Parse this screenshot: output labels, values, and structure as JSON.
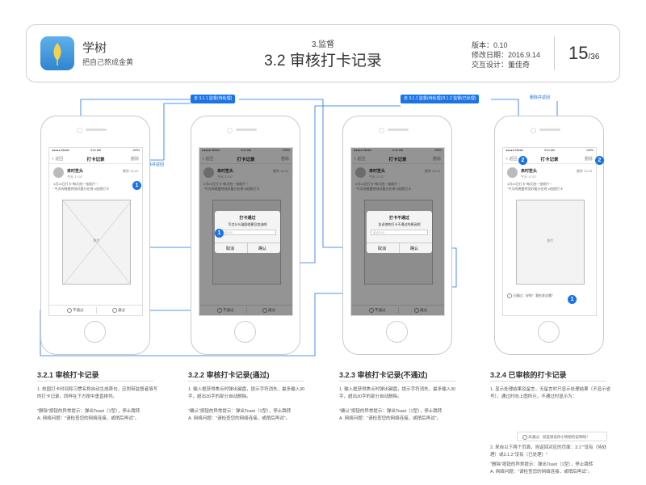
{
  "header": {
    "app_name": "学树",
    "slogan": "把自己熬成金黄",
    "section": "3.监督",
    "title": "3.2 审核打卡记录",
    "version": "版本：0.10",
    "modified": "修改日期：2016.9.14",
    "designer": "交互设计：董佳奇",
    "page_num": "15",
    "page_total": "/36"
  },
  "flow_tags": {
    "tag1": "去 3.1.1 监督(待处理)",
    "tag2": "去 3.1.1 监督(待处理)/3.1.2 监督(已处理)"
  },
  "flow_texts": {
    "delete_back1": "删除并返回",
    "delete_back2": "删除并返回"
  },
  "status_bar": {
    "carrier": "●●●●● Sketch",
    "time": "9:41 AM",
    "battery": "100%"
  },
  "screens": [
    {
      "nav": {
        "back": "< 返回",
        "title": "打卡记录",
        "right": "删除"
      },
      "user": {
        "name": "来时笙头",
        "time": "今天 17:07",
        "delete": "删除 10:23"
      },
      "post": [
        "4月24日打卡\"每天拍一张照片\"：",
        "\"今天的晚霞特别好看分在线\"#拍照打卡"
      ],
      "image_label": "照片",
      "actions": {
        "reject": "不通过",
        "accept": "通过"
      },
      "badge": "1"
    },
    {
      "nav": {
        "back": "< 返回",
        "title": "打卡记录",
        "right": "删除"
      },
      "user": {
        "name": "来时笙头",
        "time": "今天 17:07",
        "delete": "删除 10:23"
      },
      "post": [
        "4月24日打卡\"每天拍一张照片\"：",
        "\"今天的晚霞特别好看分在线\"#拍照打卡"
      ],
      "image_label": "照片",
      "actions": {
        "reject": "不通过",
        "accept": "通过"
      },
      "dialog": {
        "title": "打卡通过",
        "message": "写点什么鼓励他更及加油吧",
        "input": "说点什么...",
        "cancel": "取消",
        "confirm": "确认"
      },
      "badge": "1"
    },
    {
      "nav": {
        "back": "< 返回",
        "title": "打卡记录",
        "right": "删除"
      },
      "user": {
        "name": "来时笙头",
        "time": "今天 17:07",
        "delete": "删除 10:23"
      },
      "post": [
        "4月24日打卡\"每天拍一张照片\"：",
        "\"今天的晚霞特别好看分在线\"#拍照打卡"
      ],
      "image_label": "照片",
      "actions": {
        "reject": "不通过",
        "accept": "通过"
      },
      "dialog": {
        "title": "打卡不通过",
        "message": "告诉他的打卡不通过的原因吧",
        "input": "说点什么...",
        "cancel": "取消",
        "confirm": "确认"
      }
    },
    {
      "nav": {
        "back": "< 返回",
        "title": "打卡记录",
        "right": "删除"
      },
      "user": {
        "name": "来时笙头",
        "time": "今天 17:07",
        "delete": "删除 10:23"
      },
      "post": [
        "4月24日打卡\"每天拍一张照片\"：",
        "\"今天的晚霞特别好看分在线\"#拍照打卡"
      ],
      "image_label": "照片",
      "comment": "已通过：好样！我在发达哦！",
      "badges": [
        "2",
        "2",
        "1"
      ]
    }
  ],
  "sections": [
    {
      "title": "3.2.1 审核打卡记录",
      "lines": [
        "1. 校园打卡时间和习惯名称自动生成首句，应附带监督者填写",
        "的打卡记录，同样在下方按中垂直排列。",
        "",
        "\"删除\"按钮的异常提示：弹出Toast（1型），停止跳转",
        "A. 网络问题：\"请检查您的网络连接，或稍后再试\"。"
      ]
    },
    {
      "title": "3.2.2 审核打卡记录(通过)",
      "lines": [
        "1. 输入框获得焦点时弹出键盘，提示字符消失，最多输入30",
        "字，超出30字的部分自动删除。",
        "",
        "\"确认\"按钮的异常提示：弹出Toast（1型），停止跳转",
        "A. 网络问题：\"请检查您的网络连接，或稍后再试\"。"
      ]
    },
    {
      "title": "3.2.3 审核打卡记录(不通过)",
      "lines": [
        "1. 输入框获得焦点时弹出键盘，提示字符消失，最多输入30",
        "字，超出30字的部分自动删除。",
        "",
        "\"确认\"按钮的异常提示：弹出Toast（1型），停止跳转",
        "A. 网络问题：\"请检查您的网络连接，或稍后再试\"。"
      ]
    },
    {
      "title": "3.2.4 已审核的打卡记录",
      "lines_a": [
        "1. 显示处理结果及留言，无留言时只显示处理结果（不显示省",
        "号），通过时向上图所示，不通过时显示为："
      ],
      "toast": "未通过：就是想说你小明想的说明呢！",
      "lines_b": [
        "2. 来自以下两个页面，则返回对应的页面：3.1\"\"没有（待处",
        "理）或3.1.2\"没有（已处理）\"",
        "",
        "\"删除\"按钮的异常提示：弹出Toast（1型），停止跳转",
        "A. 网络问题：\"请检查您的网络连接，或稍后再试\"。"
      ]
    }
  ],
  "colors": {
    "accent": "#1a73e8",
    "frame": "#c9c9c9",
    "text": "#333333"
  }
}
